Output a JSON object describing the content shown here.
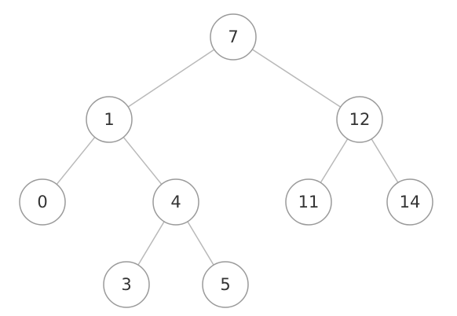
{
  "tree": {
    "root": "7",
    "nodes": [
      {
        "id": "n7",
        "label": "7"
      },
      {
        "id": "n1",
        "label": "1"
      },
      {
        "id": "n12",
        "label": "12"
      },
      {
        "id": "n0",
        "label": "0"
      },
      {
        "id": "n4",
        "label": "4"
      },
      {
        "id": "n11",
        "label": "11"
      },
      {
        "id": "n14",
        "label": "14"
      },
      {
        "id": "n3",
        "label": "3"
      },
      {
        "id": "n5",
        "label": "5"
      }
    ],
    "edges": [
      {
        "from": "n7",
        "to": "n1"
      },
      {
        "from": "n7",
        "to": "n12"
      },
      {
        "from": "n1",
        "to": "n0"
      },
      {
        "from": "n1",
        "to": "n4"
      },
      {
        "from": "n12",
        "to": "n11"
      },
      {
        "from": "n12",
        "to": "n14"
      },
      {
        "from": "n4",
        "to": "n3"
      },
      {
        "from": "n4",
        "to": "n5"
      }
    ],
    "colors": {
      "edge": "#b9b9b9",
      "node_stroke": "#9a9a9a",
      "node_fill": "#ffffff",
      "text": "#333333"
    }
  }
}
